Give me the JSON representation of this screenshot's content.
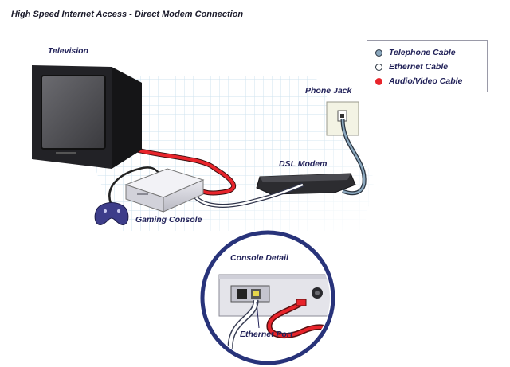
{
  "title": "High Speed Internet Access - Direct Modem Connection",
  "labels": {
    "television": "Television",
    "phone_jack": "Phone Jack",
    "dsl_modem": "DSL Modem",
    "gaming_console": "Gaming Console",
    "console_detail": "Console Detail",
    "ethernet_port": "Ethernet Port"
  },
  "legend": [
    {
      "label": "Telephone Cable",
      "color": "#8aa7bd"
    },
    {
      "label": "Ethernet Cable",
      "color": "#ffffff"
    },
    {
      "label": "Audio/Video Cable",
      "color": "#e8242b"
    }
  ],
  "colors": {
    "grid": "#cfe3ef",
    "av_cable": "#e8242b",
    "phone_cable": "#8aa7bd",
    "ethernet_cable": "#ffffff",
    "outline": "#2a2a6a"
  }
}
